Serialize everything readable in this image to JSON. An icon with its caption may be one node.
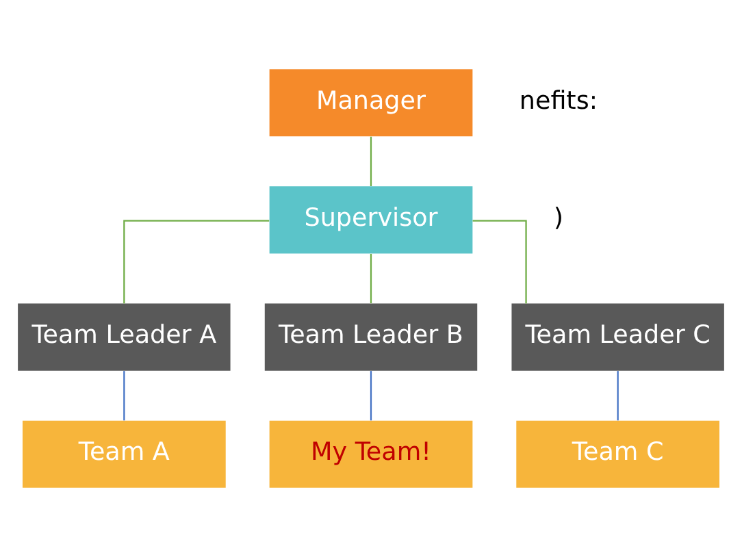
{
  "diagram": {
    "nodes": [
      {
        "text": [
          "Manager"
        ]
      },
      {
        "text": [
          "Supervisor"
        ]
      },
      {
        "text": [
          "Team Leader A"
        ]
      },
      {
        "text": [
          "Team Leader B"
        ]
      },
      {
        "text": [
          "Team Leader C"
        ]
      },
      {
        "text": [
          "Team A"
        ]
      },
      {
        "text": [
          "My Team!"
        ]
      },
      {
        "text": [
          "Team C"
        ]
      }
    ],
    "edges": [
      {
        "from": 0,
        "to": 1,
        "arrow": "none"
      },
      {
        "from": 1,
        "to": 2,
        "arrow": "none"
      },
      {
        "from": 1,
        "to": 3,
        "arrow": "none"
      },
      {
        "from": 1,
        "to": 4,
        "arrow": "none"
      },
      {
        "from": 2,
        "to": 5,
        "arrow": "none",
        "color": "#4472c4"
      },
      {
        "from": 3,
        "to": 6,
        "arrow": "none",
        "color": "#4472c4"
      },
      {
        "from": 4,
        "to": 7,
        "arrow": "none",
        "color": "#4472c4"
      }
    ],
    "labels": [
      "nefits:",
      ")"
    ]
  }
}
